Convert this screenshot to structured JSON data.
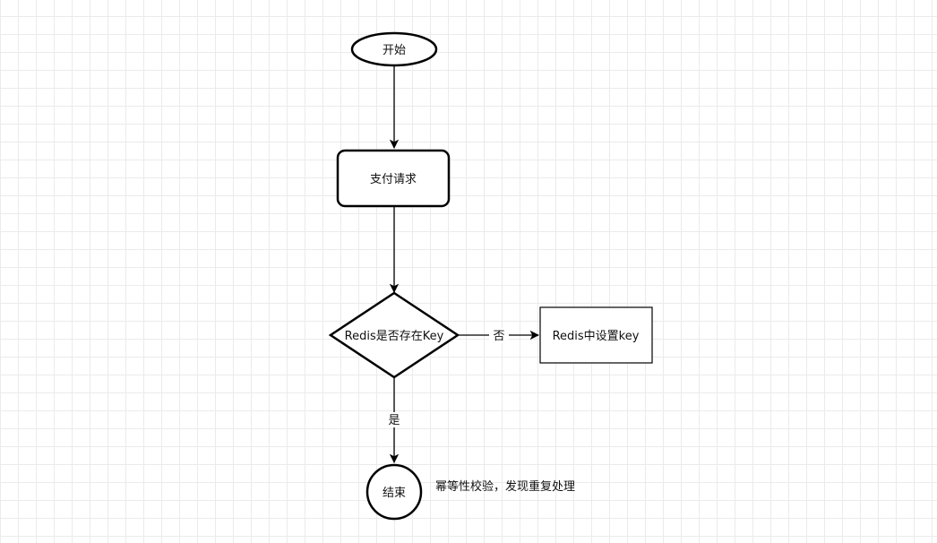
{
  "nodes": {
    "start": {
      "label": "开始"
    },
    "payment_request": {
      "label": "支付请求"
    },
    "decision": {
      "label": "Redis是否存在Key"
    },
    "set_key": {
      "label": "Redis中设置key"
    },
    "end": {
      "label": "结束"
    }
  },
  "edges": {
    "no_label": "否",
    "yes_label": "是"
  },
  "annotation": {
    "text": "幂等性校验，发现重复处理"
  },
  "colors": {
    "stroke": "#000000",
    "grid": "#ebebeb",
    "background": "#ffffff"
  }
}
